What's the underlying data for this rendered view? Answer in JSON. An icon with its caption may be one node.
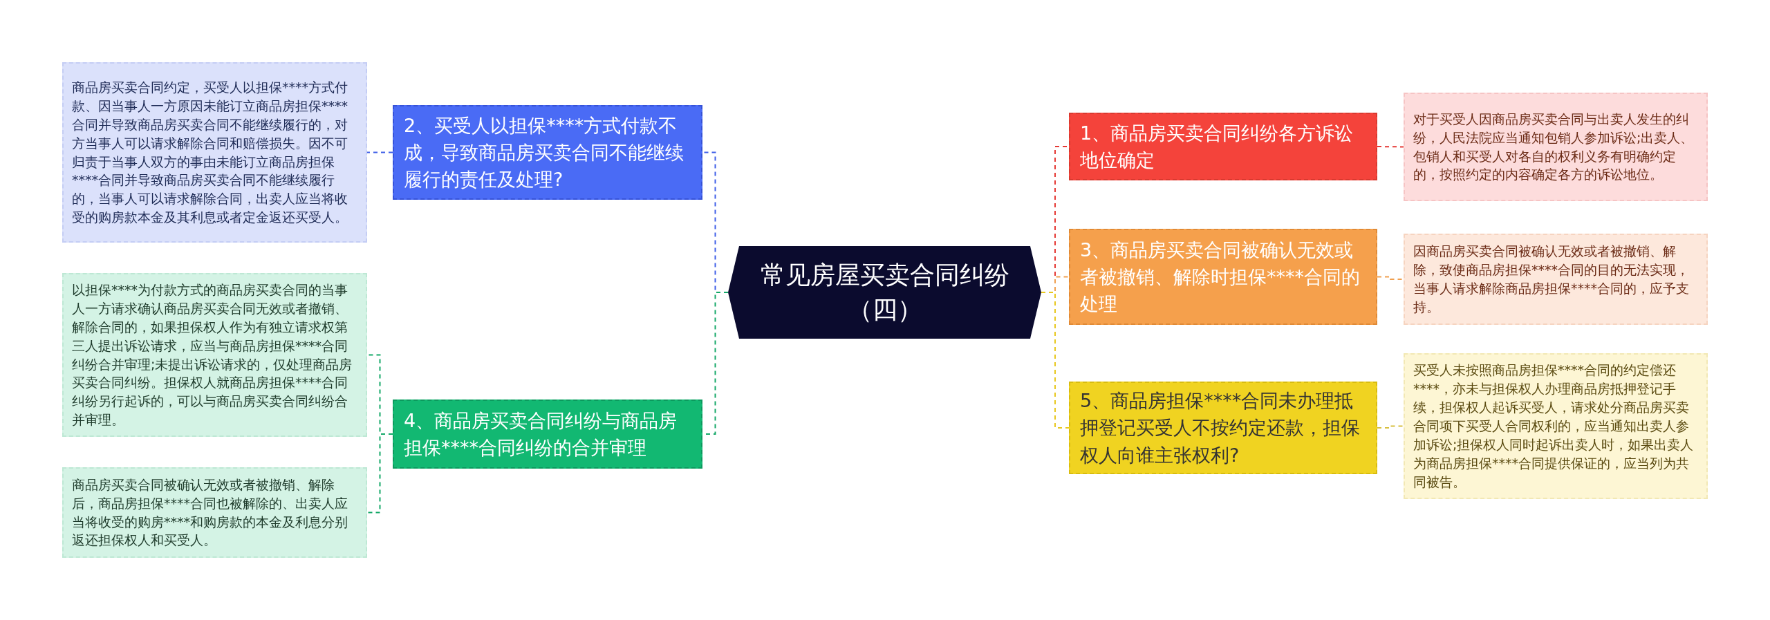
{
  "diagram": {
    "nodes": [
      {
        "text": [
          "常见房屋买卖合同纠纷（四）"
        ]
      },
      {
        "text": [
          "1、商品房买卖合同纠纷各方诉讼地位确定"
        ]
      },
      {
        "text": [
          "对于买受人因商品房买卖合同与出卖人发生的纠纷，人民法院应当通知包销人参加诉讼;出卖人、包销人和买受人对各自的权利义务有明确约定的，按照约定的内容确定各方的诉讼地位。"
        ]
      },
      {
        "text": [
          "3、商品房买卖合同被确认无效或者被撤销、解除时担保****合同的处理"
        ]
      },
      {
        "text": [
          "因商品房买卖合同被确认无效或者被撤销、解除，致使商品房担保****合同的目的无法实现，当事人请求解除商品房担保****合同的，应予支持。"
        ]
      },
      {
        "text": [
          "5、商品房担保****合同未办理抵押登记买受人不按约定还款，担保权人向谁主张权利?"
        ]
      },
      {
        "text": [
          "买受人未按照商品房担保****合同的约定偿还****，亦未与担保权人办理商品房抵押登记手续，担保权人起诉买受人，请求处分商品房买卖合同项下买受人合同权利的，应当通知出卖人参加诉讼;担保权人同时起诉出卖人时，如果出卖人为商品房担保****合同提供保证的，应当列为共同被告。"
        ]
      },
      {
        "text": [
          "2、买受人以担保****方式付款不成，导致商品房买卖合同不能继续履行的责任及处理?"
        ]
      },
      {
        "text": [
          "商品房买卖合同约定，买受人以担保****方式付款、因当事人一方原因未能订立商品房担保****合同并导致商品房买卖合同不能继续履行的，对方当事人可以请求解除合同和赔偿损失。因不可归责于当事人双方的事由未能订立商品房担保****合同并导致商品房买卖合同不能继续履行的，当事人可以请求解除合同，出卖人应当将收受的购房款本金及其利息或者定金返还买受人。"
        ]
      },
      {
        "text": [
          "4、商品房买卖合同纠纷与商品房担保****合同纠纷的合并审理"
        ]
      },
      {
        "text": [
          "以担保****为付款方式的商品房买卖合同的当事人一方请求确认商品房买卖合同无效或者撤销、解除合同的，如果担保权人作为有独立请求权第三人提出诉讼请求，应当与商品房担保****合同纠纷合并审理;未提出诉讼请求的，仅处理商品房买卖合同纠纷。担保权人就商品房担保****合同纠纷另行起诉的，可以与商品房买卖合同纠纷合并审理。"
        ]
      },
      {
        "text": [
          "商品房买卖合同被确认无效或者被撤销、解除后，商品房担保****合同也被解除的、出卖人应当将收受的购房****和购房款的本金及利息分别返还担保权人和买受人。"
        ]
      }
    ],
    "edges": [
      {
        "from": 0,
        "to": 1,
        "arrow": "none",
        "style": "dashed",
        "color": "#e53935"
      },
      {
        "from": 0,
        "to": 3,
        "arrow": "none",
        "style": "dashed",
        "color": "#f0a050"
      },
      {
        "from": 0,
        "to": 5,
        "arrow": "none",
        "style": "dashed",
        "color": "#e8c820"
      },
      {
        "from": 0,
        "to": 7,
        "arrow": "none",
        "style": "dashed",
        "color": "#3f5fe8"
      },
      {
        "from": 0,
        "to": 9,
        "arrow": "none",
        "style": "dashed",
        "color": "#14a868"
      },
      {
        "from": 1,
        "to": 2,
        "arrow": "none",
        "style": "dashed",
        "color": "#e53935"
      },
      {
        "from": 3,
        "to": 4,
        "arrow": "none",
        "style": "dashed",
        "color": "#f0a050"
      },
      {
        "from": 5,
        "to": 6,
        "arrow": "none",
        "style": "dashed",
        "color": "#d8c040"
      },
      {
        "from": 7,
        "to": 8,
        "arrow": "none",
        "style": "dashed",
        "color": "#3f5fe8"
      },
      {
        "from": 9,
        "to": 10,
        "arrow": "none",
        "style": "dashed",
        "color": "#14a868"
      },
      {
        "from": 9,
        "to": 11,
        "arrow": "none",
        "style": "dashed",
        "color": "#14a868"
      }
    ]
  }
}
